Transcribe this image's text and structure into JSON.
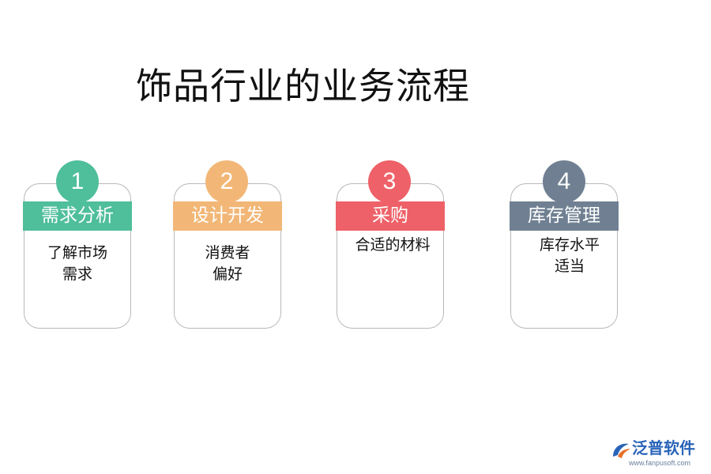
{
  "title": "饰品行业的业务流程",
  "steps": [
    {
      "number": "1",
      "label": "需求分析",
      "desc_lines": [
        "了解市场",
        "需求"
      ],
      "color": "#4fbe9b"
    },
    {
      "number": "2",
      "label": "设计开发",
      "desc_lines": [
        "消费者",
        "偏好"
      ],
      "color": "#f2b777"
    },
    {
      "number": "3",
      "label": "采购",
      "desc_lines": [
        "合适的材料"
      ],
      "color": "#ee6168"
    },
    {
      "number": "4",
      "label": "库存管理",
      "desc_lines": [
        "库存水平",
        "适当"
      ],
      "color": "#708092"
    }
  ],
  "logo": {
    "name": "泛普软件",
    "url": "www.fanpusoft.com",
    "color": "#2a64b8",
    "accent": "#e8702a",
    "icon": "fanpu-logo-icon"
  }
}
